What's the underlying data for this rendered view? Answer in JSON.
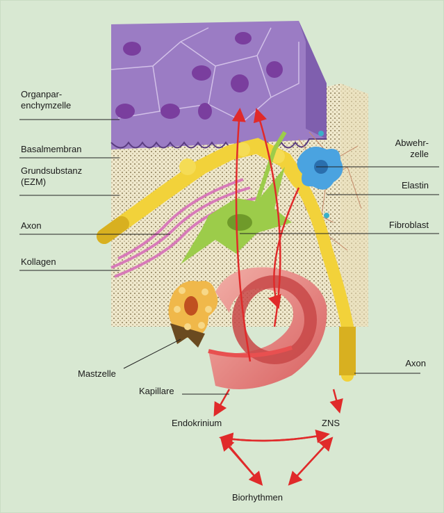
{
  "labels": {
    "organparenchym_line1": "Organpar-",
    "organparenchym_line2": "enchymzelle",
    "basalmembran": "Basalmembran",
    "grundsubstanz_line1": "Grundsubstanz",
    "grundsubstanz_line2": "(EZM)",
    "axon_left": "Axon",
    "kollagen": "Kollagen",
    "abwehrzelle_line1": "Abwehr-",
    "abwehrzelle_line2": "zelle",
    "elastin": "Elastin",
    "fibroblast": "Fibroblast",
    "axon_right": "Axon",
    "mastzelle": "Mastzelle",
    "kapillare": "Kapillare",
    "endokrinium": "Endokrinium",
    "zns": "ZNS",
    "biorhythmen": "Biorhythmen"
  },
  "colors": {
    "background": "#d8e8d2",
    "parenchyma": "#9b7cc4",
    "nucleus": "#7a4a9a",
    "ground_substance": "#efe6c8",
    "axon": "#f2d23a",
    "fibroblast": "#9ccc4a",
    "defense_cell": "#4aa3e0",
    "mast_cell": "#f0b84a",
    "capillary": "#e07070",
    "arrow": "#e02a2a"
  }
}
